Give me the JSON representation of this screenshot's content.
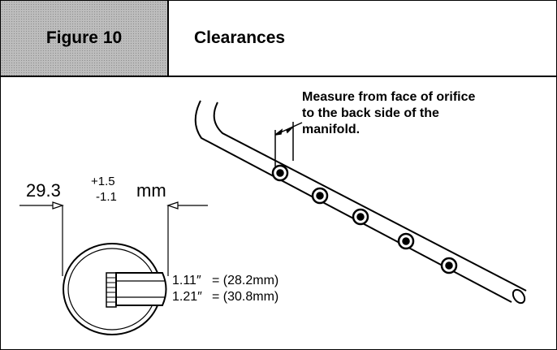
{
  "header": {
    "figure_label": "Figure 10",
    "title": "Clearances"
  },
  "note": {
    "line1": "Measure  from face of orifice",
    "line2": "to the back side of  the",
    "line3": "manifold."
  },
  "dimension": {
    "value": "29.3",
    "tol_plus": "+1.5",
    "tol_minus": "-1.1",
    "unit": "mm"
  },
  "specs": [
    {
      "inches": "1.11″",
      "mm": "= (28.2mm)"
    },
    {
      "inches": "1.21″",
      "mm": "= (30.8mm)"
    }
  ],
  "colors": {
    "ink": "#000000",
    "header_fill": "#bdbdbd"
  }
}
